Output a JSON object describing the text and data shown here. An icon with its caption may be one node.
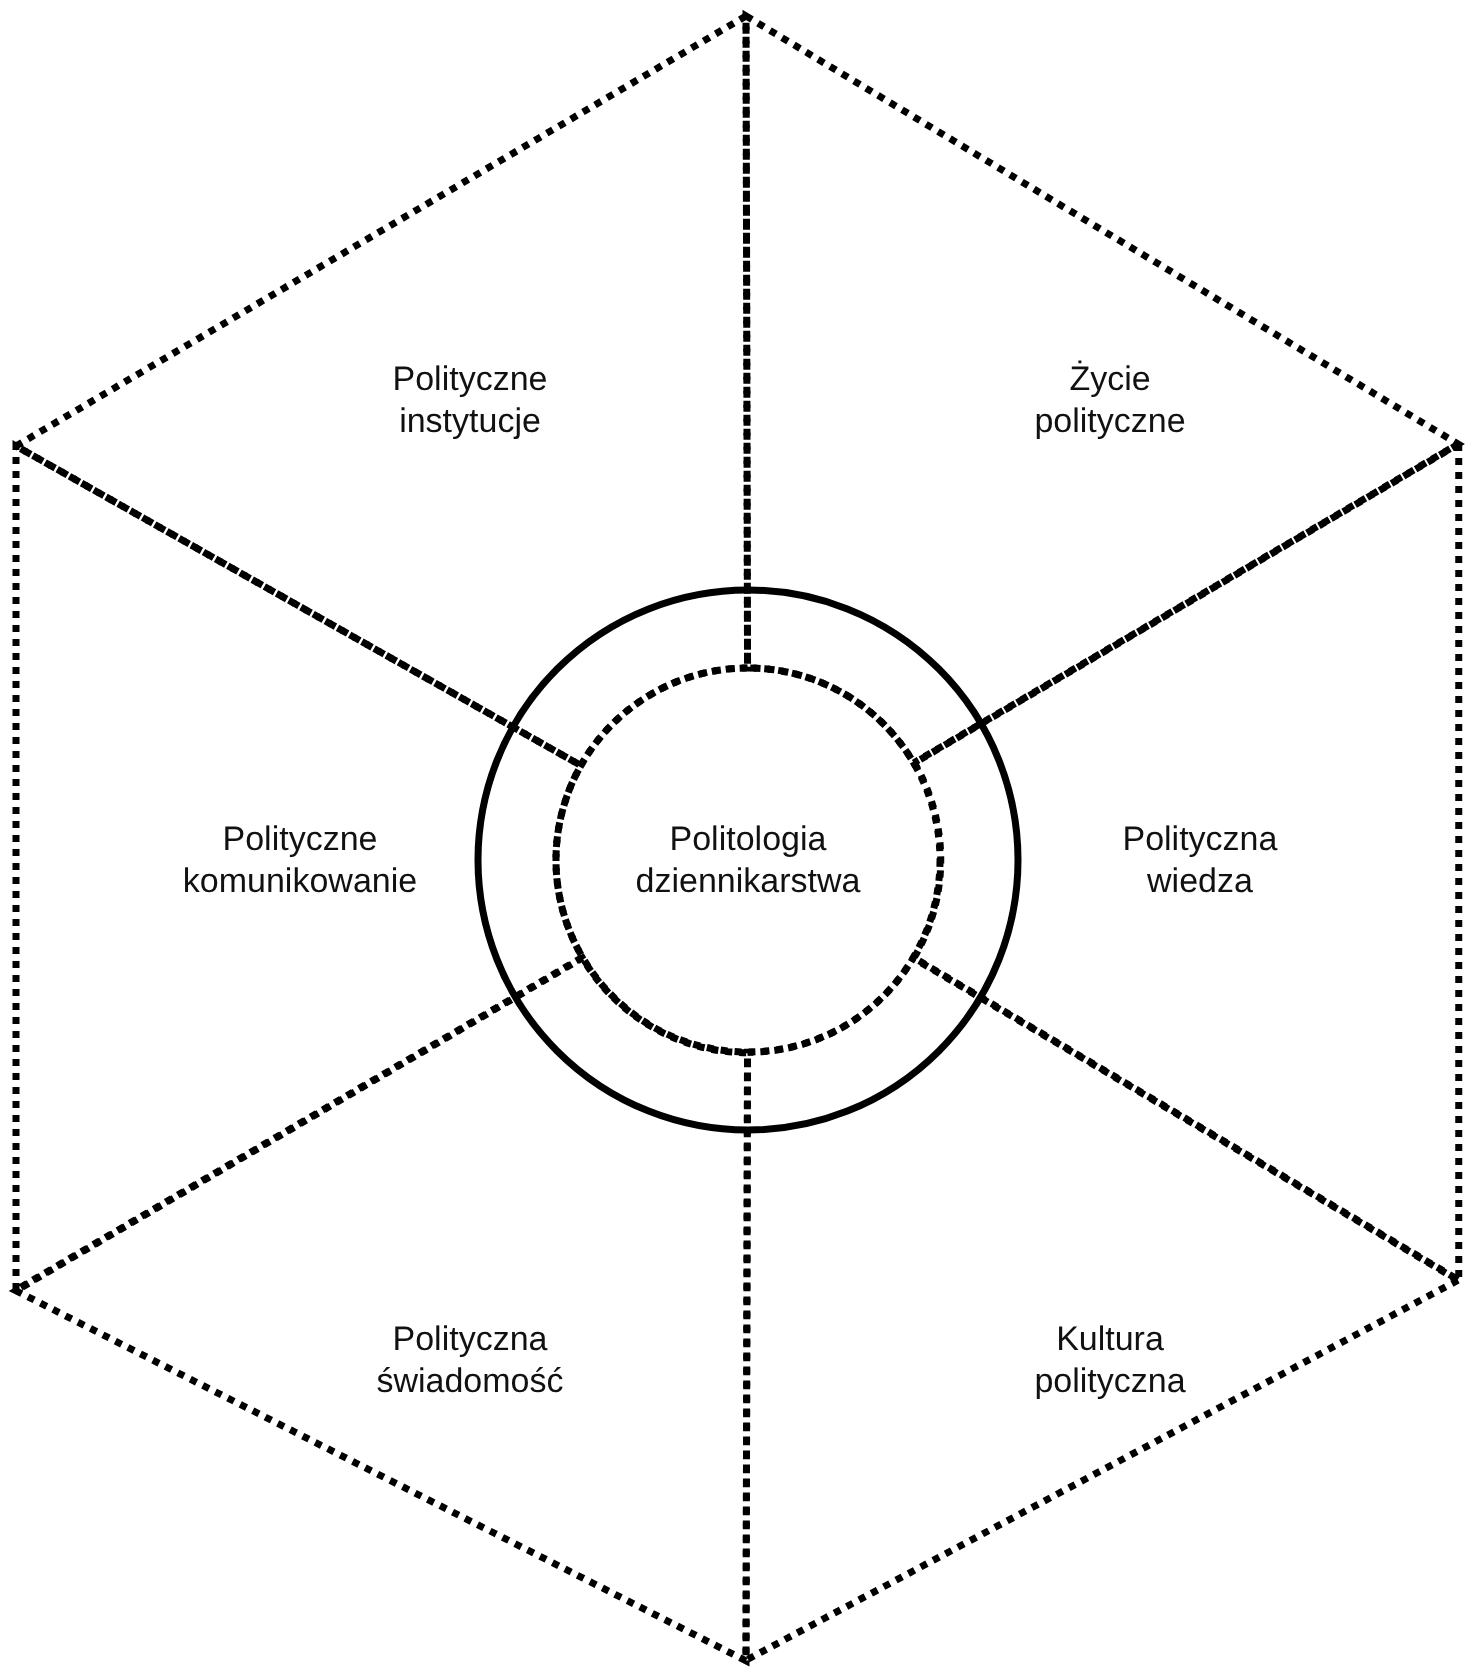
{
  "diagram": {
    "nodes": [
      {
        "text": [
          "Polityczne instytucje"
        ]
      },
      {
        "text": [
          "Życie polityczne"
        ]
      },
      {
        "text": [
          "Polityczne komunikowanie"
        ]
      },
      {
        "text": [],
        "shape": "circle"
      },
      {
        "text": [
          "Politologia dziennikarstwa"
        ],
        "in": 3
      },
      {
        "text": [
          "Polityczna wiedza"
        ]
      },
      {
        "text": [
          "Polityczna świadomość"
        ]
      },
      {
        "text": [
          "Kultura polityczna"
        ]
      }
    ],
    "edges": []
  }
}
